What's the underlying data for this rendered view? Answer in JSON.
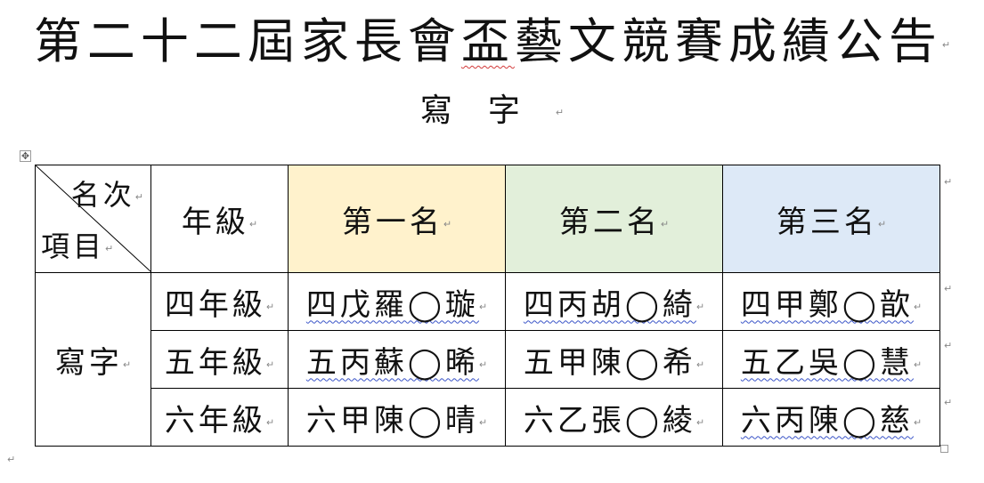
{
  "document": {
    "title_prefix": "第二十二屆家長會",
    "title_flagged": "盃",
    "title_suffix": "藝文競賽成績公告",
    "subtitle": "寫字",
    "paragraph_mark": "↵",
    "move_handle_glyph": "✥"
  },
  "table": {
    "corner": {
      "top": "名次",
      "bottom": "項目"
    },
    "headers": [
      "年級",
      "第一名",
      "第二名",
      "第三名"
    ],
    "category": "寫字",
    "rows": [
      {
        "grade": "四年級",
        "first": "四戊羅◯璇",
        "second": "四丙胡◯綺",
        "third": "四甲鄭◯歆"
      },
      {
        "grade": "五年級",
        "first": "五丙蘇◯晞",
        "second": "五甲陳◯希",
        "third": "五乙吳◯慧"
      },
      {
        "grade": "六年級",
        "first": "六甲陳◯晴",
        "second": "六乙張◯綾",
        "third": "六丙陳◯慈"
      }
    ]
  },
  "colors": {
    "first_place_bg": "#fff2cc",
    "second_place_bg": "#e2efda",
    "third_place_bg": "#dde9f7",
    "spellcheck_grammar": "#3a54c8",
    "spellcheck_spelling": "#d23a3a"
  }
}
